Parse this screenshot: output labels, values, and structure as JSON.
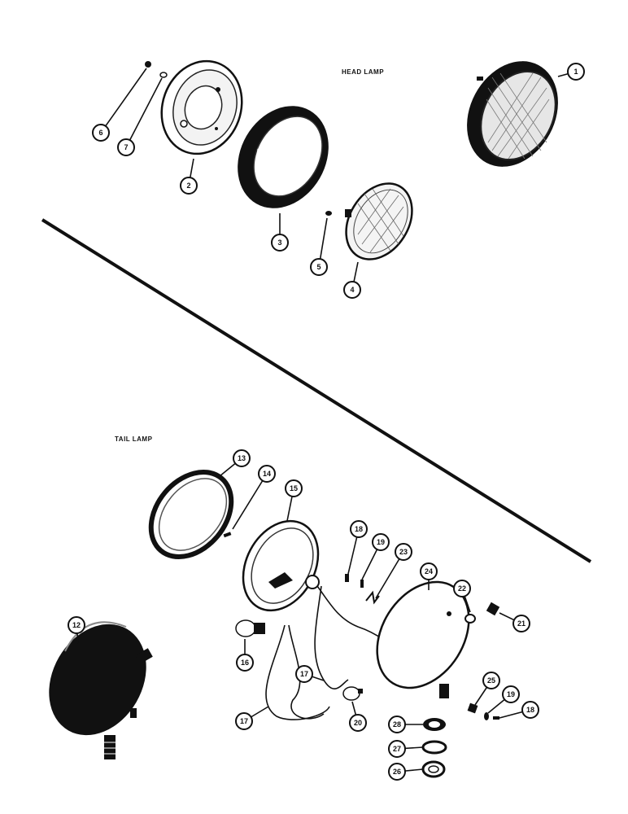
{
  "sections": {
    "head_lamp": "HEAD LAMP",
    "tail_lamp": "TAIL LAMP"
  },
  "callouts": [
    "1",
    "2",
    "3",
    "4",
    "5",
    "6",
    "7",
    "12",
    "13",
    "14",
    "15",
    "16",
    "17",
    "17",
    "18",
    "18",
    "19",
    "19",
    "20",
    "21",
    "22",
    "23",
    "24",
    "25",
    "26",
    "27",
    "28"
  ],
  "colors": {
    "ink": "#111111",
    "paper": "#ffffff",
    "glass": "#d8d8d8"
  }
}
